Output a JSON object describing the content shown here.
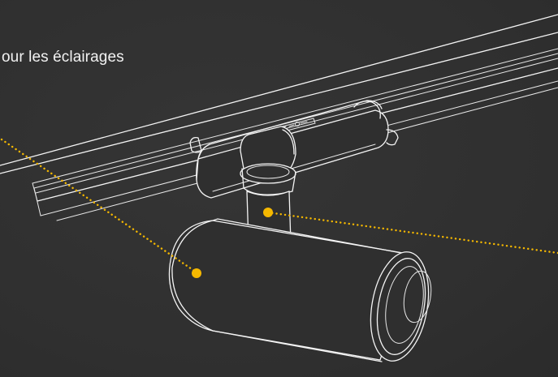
{
  "caption": {
    "text": "our les éclairages"
  },
  "colors": {
    "background": "#313131",
    "line": "#f4f4f4",
    "accent": "#f5b800"
  },
  "callouts": [
    {
      "name": "spot-body-marker"
    },
    {
      "name": "stem-marker"
    }
  ]
}
